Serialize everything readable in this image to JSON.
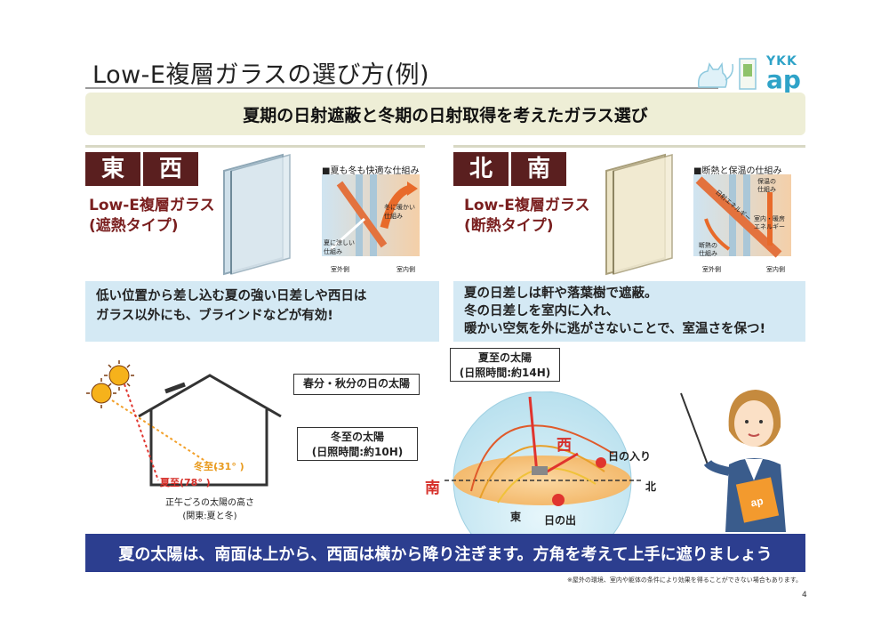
{
  "page": {
    "title": "Low-E複層ガラスの選び方(例)",
    "banner": "夏期の日射遮蔽と冬期の日射取得を考えたガラス選び",
    "footer_bar": "夏の太陽は、南面は上から、西面は横から降り注ぎます。方角を考えて上手に遮りましょう",
    "footnote": "※屋外の環境、室内や躯体の条件により効果を得ることができない場合もあります。",
    "page_number": "4"
  },
  "logo": {
    "text_top": "YKK",
    "text_bottom": "ap"
  },
  "left_section": {
    "dir1": "東",
    "dir2": "西",
    "type_line1": "Low-E複層ガラス",
    "type_line2": "(遮熱タイプ)",
    "mechanism_title": "■夏も冬も快適な仕組み",
    "diagram_labels": {
      "winter_warm": "冬に暖かい\n仕組み",
      "summer_cool": "夏に涼しい\n仕組み",
      "outdoor": "室外側",
      "indoor": "室内側"
    },
    "desc_line1": "低い位置から差し込む夏の強い日差しや西日は",
    "desc_line2": "ガラス以外にも、ブラインドなどが有効!"
  },
  "right_section": {
    "dir1": "北",
    "dir2": "南",
    "type_line1": "Low-E複層ガラス",
    "type_line2": "(断熱タイプ)",
    "mechanism_title": "■断熱と保温の仕組み",
    "diagram_labels": {
      "solar": "日射エネルギー",
      "keep_warm": "保温の\n仕組み",
      "indoor_energy": "室内・暖房\nエネルギー",
      "insulation": "断熱の\n仕組み",
      "outdoor": "室外側",
      "indoor": "室内側"
    },
    "desc_line1": "夏の日差しは軒や落葉樹で遮蔽。",
    "desc_line2": "冬の日差しを室内に入れ、",
    "desc_line3": "暖かい空気を外に逃がさないことで、室温さを保つ!"
  },
  "house_diagram": {
    "winter_angle": "冬至(31° )",
    "summer_angle": "夏至(78° )",
    "caption_line1": "正午ごろの太陽の高さ",
    "caption_line2": "(関東:夏と冬)"
  },
  "sun_diagram": {
    "summer_solstice_line1": "夏至の太陽",
    "summer_solstice_line2": "(日照時間:約14H)",
    "equinox": "春分・秋分の日の太陽",
    "winter_solstice_line1": "冬至の太陽",
    "winter_solstice_line2": "(日照時間:約10H)",
    "west": "西",
    "south": "南",
    "north": "北",
    "east": "東",
    "sunset": "日の入り",
    "sunrise": "日の出"
  },
  "colors": {
    "accent_dark_red": "#5a1f1f",
    "label_red": "#7a1f1f",
    "blue_bar": "#2c3e8f",
    "light_blue": "#d4e9f4",
    "banner": "#eeeed6"
  }
}
